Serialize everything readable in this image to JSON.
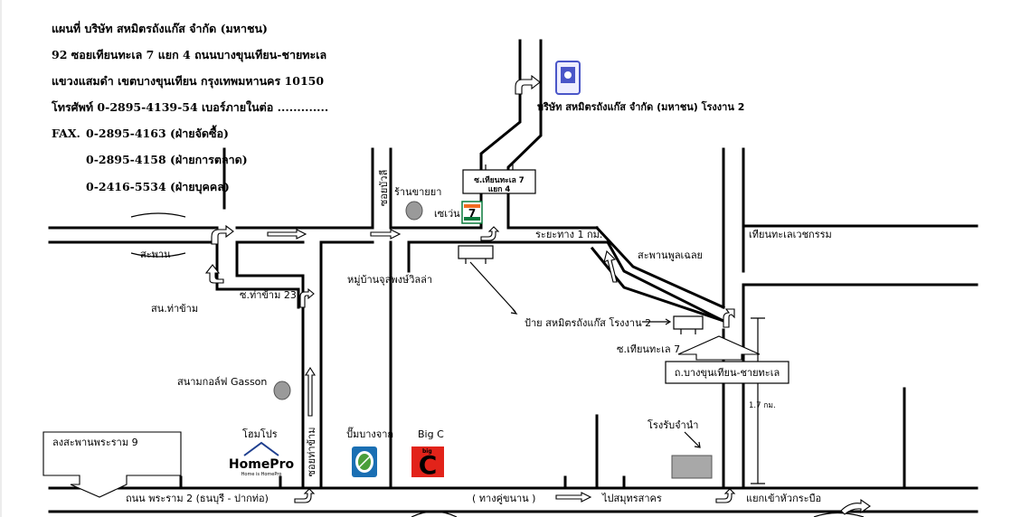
{
  "header": {
    "line1": "แผนที่ บริษัท สหมิตรถังแก๊ส จำกัด (มหาชน)",
    "line2": "92 ซอยเทียนทะเล 7 แยก 4  ถนนบางขุนเทียน-ชายทะเล",
    "line3": "แขวงแสมดำ  เขตบางขุนเทียน  กรุงเทพมหานคร  10150",
    "line4": "โทรศัพท์ 0-2895-4139-54  เบอร์ภายในต่อ .............",
    "fax_label": "FAX.",
    "fax1": "0-2895-4163 (ฝ่ายจัดซื้อ)",
    "fax2": "0-2895-4158 (ฝ่ายการตลาด)",
    "fax3": "0-2416-5534 (ฝ่ายบุคคล)"
  },
  "labels": {
    "factory2": "บริษัท สหมิตรถังแก๊ส จำกัด (มหาชน) โรงงาน 2",
    "soi_sign": "ซ.เทียนทะเล 7",
    "soi_sign2": "แยก 4",
    "soi_buakhao": "ซอยบัวลี",
    "drugstore": "ร้านขายยา",
    "seven": "เซเว่น",
    "distance1": "ระยะทาง 1 กม.",
    "bridge_left": "สะพาน",
    "bridge_right": "สะพานพูลเฉลย",
    "thianthale": "เทียนทะเลเวชกรรม",
    "village": "หมู่บ้านจุลพงษ์วิลล่า",
    "tha_kham23": "ซ.ท่าข้าม 23",
    "sn_tha_kham": "สน.ท่าข้าม",
    "sign_factory": "ป้าย สหมิตรถังแก๊ส โรงงาน 2",
    "soi_thianthale7": "ซ.เทียนทะเล 7",
    "road_bkt": "ถ.บางขุนเทียน-ชายทะเล",
    "distance2": "1.7 กม.",
    "golf": "สนามกอล์ฟ Gasson",
    "homepro_th": "โฮมโปร",
    "homepro_logo": "HomePro",
    "homepro_tag": "Home is HomePro",
    "soi_tha_kham": "ซอยท่าข้าม",
    "bangchak": "ปั๊มบางจาก",
    "bigc": "Big C",
    "bigc_logo_small": "big",
    "bigc_logo": "C",
    "warehouse": "โรงรับจำนำ",
    "rama9": "ลงสะพานพระราม 9",
    "rama2": "ถนน  พระราม 2 (ธนบุรี - ปากท่อ)",
    "frontage": "( ทางคู่ขนาน )",
    "samut": "ไปสมุทรสาคร",
    "hua_krabue": "แยกเข้าหัวกระบือ"
  },
  "colors": {
    "homepro_blue": "#1f3f8f",
    "bigc_red": "#e2231a",
    "bigc_yellow": "#ffd200",
    "seven_green": "#0a7a3c",
    "seven_orange": "#f26b21",
    "bangchak_blue": "#1a6fb3",
    "bangchak_green": "#4a9e3b",
    "landmark_gray": "#9a9a9a",
    "factory_icon": "#4a56c8"
  },
  "icons": [
    "factory-icon",
    "seven-eleven-logo",
    "homepro-logo",
    "bangchak-logo",
    "bigc-logo",
    "turn-arrow-icon",
    "direction-arrow-icon"
  ]
}
